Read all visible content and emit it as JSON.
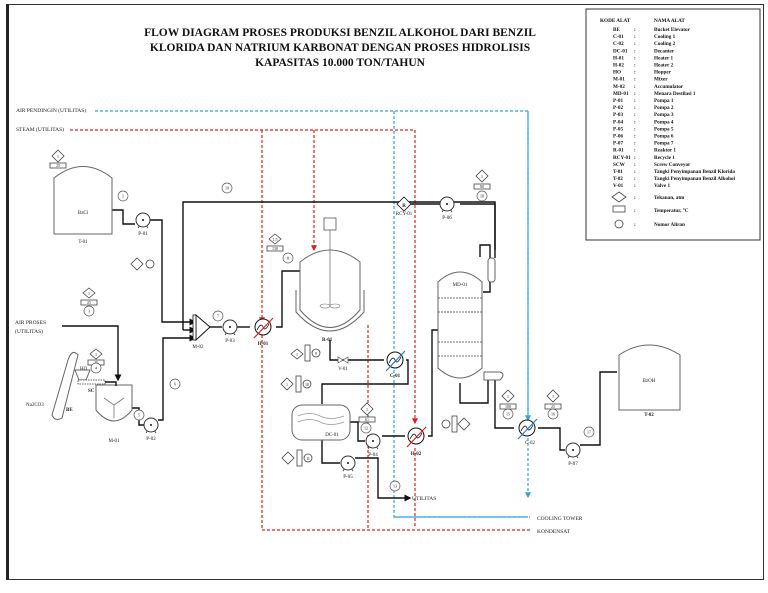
{
  "title": {
    "line1": "FLOW DIAGRAM PROSES PRODUKSI BENZIL ALKOHOL DARI BENZIL",
    "line2": "KLORIDA DAN NATRIUM KARBONAT DENGAN PROSES HIDROLISIS",
    "line3": "KAPASITAS 10.000 TON/TAHUN"
  },
  "legend": {
    "header_code": "KODE ALAT",
    "header_name": "NAMA ALAT",
    "items": [
      {
        "code": "BE",
        "name": "Bucket Elevator"
      },
      {
        "code": "C-01",
        "name": "Cooling 1"
      },
      {
        "code": "C-02",
        "name": "Cooling 2"
      },
      {
        "code": "DC-01",
        "name": "Decanter"
      },
      {
        "code": "H-01",
        "name": "Heater 1"
      },
      {
        "code": "H-02",
        "name": "Heater 2"
      },
      {
        "code": "HO",
        "name": "Hopper"
      },
      {
        "code": "M-01",
        "name": "Mixer"
      },
      {
        "code": "M-02",
        "name": "Accumulator"
      },
      {
        "code": "MD-01",
        "name": "Menara Destilasi 1"
      },
      {
        "code": "P-01",
        "name": "Pompa 1"
      },
      {
        "code": "P-02",
        "name": "Pompa 2"
      },
      {
        "code": "P-03",
        "name": "Pompa 3"
      },
      {
        "code": "P-04",
        "name": "Pompa 4"
      },
      {
        "code": "P-05",
        "name": "Pompa 5"
      },
      {
        "code": "P-06",
        "name": "Pompa 6"
      },
      {
        "code": "P-07",
        "name": "Pompa 7"
      },
      {
        "code": "R-01",
        "name": "Reaktor 1"
      },
      {
        "code": "RCY-01",
        "name": "Recycle 1"
      },
      {
        "code": "SCW",
        "name": "Screw Conveyor"
      },
      {
        "code": "T-01",
        "name": "Tangki Penyimpanan Benzil Klorida"
      },
      {
        "code": "T-02",
        "name": "Tangki Penyimpanan Benzil Alkohol"
      },
      {
        "code": "V-01",
        "name": "Valve 1"
      }
    ],
    "separator": ":",
    "symbols": [
      {
        "shape": "diamond",
        "meaning": "Tekanan, atm"
      },
      {
        "shape": "rectangle",
        "meaning": "Temperatur, °C"
      },
      {
        "shape": "circle",
        "meaning": "Nomor Aliran"
      }
    ]
  },
  "utilities": {
    "cooling_in": "AIR PENDINGIN (UTILITAS)",
    "steam_in": "STEAM (UTILITAS)",
    "air_process": "AIR PROSES",
    "air_process_2": "(UTILITAS)",
    "utilitas_out": "UTILITAS",
    "cooling_out": "COOLING TOWER",
    "condensate_out": "KONDENSAT",
    "na2co3": "Na2CO3"
  },
  "colors": {
    "steam": "#e02020",
    "cooling": "#2aa7d8",
    "pipe": "#111111"
  },
  "equipment": {
    "t01": {
      "code": "T-01",
      "content": "BzCl"
    },
    "t02": {
      "code": "T-02",
      "content": "BzOH"
    },
    "p01": "P-01",
    "p02": "P-02",
    "p03": "P-03",
    "p04": "P-04",
    "p05": "P-05",
    "p06": "P-06",
    "p07": "P-07",
    "m01": "M-01",
    "m02": "M-02",
    "h01": "H-01",
    "h02": "H-02",
    "c01": "C-01",
    "c02": "C-02",
    "r01": "R-01",
    "v01": "V-01",
    "dc01": "DC-01",
    "md01": "MD-01",
    "rcy01": "RCY-01",
    "rcy_symbol": "R",
    "ho": "HO",
    "sc": "SC",
    "be": "BE"
  },
  "streams": {
    "s1": "1",
    "s2": "2",
    "s3": "3",
    "s4": "4",
    "s5": "5",
    "s6": "6",
    "s7": "7",
    "s8": "8",
    "s9": "9",
    "s10": "10",
    "s11": "11",
    "s12": "12",
    "s13": "13",
    "s14": "14",
    "s15": "15",
    "s16": "16",
    "s17": "17",
    "s18": "18",
    "s19": "19"
  },
  "conditions": {
    "t01": {
      "p": "1",
      "t": "25"
    },
    "air": {
      "p": "1",
      "t": "25"
    },
    "hopper": {
      "p": "1",
      "t": "25"
    },
    "r01_in": {
      "p": "1,5",
      "t": "130"
    },
    "r01_out": {
      "p": "1",
      "t": "130"
    },
    "dc_in": {
      "p": "1",
      "t": "50"
    },
    "p04": {
      "p": "1",
      "t": "61"
    },
    "md_in": {
      "p": "1",
      "t": "98"
    },
    "top": {
      "p": "1",
      "t": "80"
    },
    "c02_in": {
      "p": "1",
      "t": "180"
    },
    "c02_out": {
      "p": "1",
      "t": "25"
    }
  }
}
